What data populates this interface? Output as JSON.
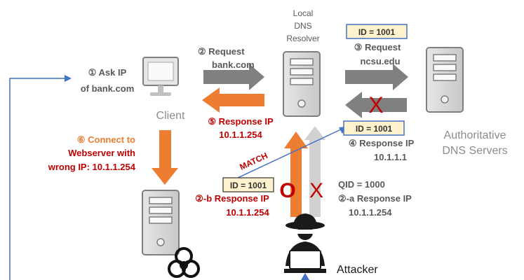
{
  "nodes": {
    "resolver": [
      "Local",
      "DNS",
      "Resolver"
    ],
    "client": "Client",
    "authoritative": [
      "Authoritative",
      "DNS Servers"
    ],
    "attacker": "Attacker"
  },
  "steps": {
    "s1": [
      "① Ask IP",
      "of bank.com"
    ],
    "s2": [
      "② Request",
      "bank.com"
    ],
    "s3": [
      "③ Request",
      "ncsu.edu"
    ],
    "s4": [
      "④ Response IP",
      "10.1.1.1"
    ],
    "s5": [
      "⑤ Response IP",
      "10.1.1.254"
    ],
    "s6": [
      "⑥ Connect to",
      "Webserver with",
      "wrong IP: 10.1.1.254"
    ],
    "s2a": [
      "②-a Response IP",
      "10.1.1.254"
    ],
    "s2b": [
      "②-b Response IP",
      "10.1.1.254"
    ]
  },
  "ids": {
    "top": "ID = 1001",
    "auth": "ID = 1001",
    "attacker": "ID = 1001",
    "qid": "QID = 1000"
  },
  "marks": {
    "match": "MATCH",
    "o": "O",
    "x": "X",
    "cross": "X"
  },
  "colors": {
    "gray_arrow": "#808080",
    "orange_arrow": "#ed7d31",
    "blue_line": "#4472c4",
    "red_mark": "#c00000",
    "id_box_fill": "#fff2cc",
    "id_box_border": "#4472c4"
  },
  "icons": [
    "server-icon",
    "monitor-icon",
    "hacker-icon",
    "biohazard-icon"
  ]
}
